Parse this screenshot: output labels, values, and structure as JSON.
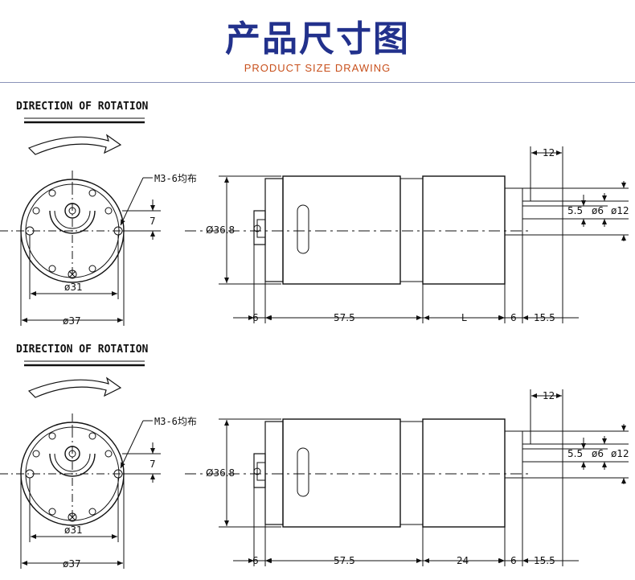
{
  "header": {
    "title": "产品尺寸图",
    "subtitle": "PRODUCT SIZE DRAWING"
  },
  "drawings": [
    {
      "rotation_heading": "DIRECTION OF ROTATION",
      "mount_note": "M3-6均布",
      "offset_dim": "7",
      "bolt_circle_dim": "ø31",
      "flange_dim": "ø37",
      "body_diameter": "Ø36.8",
      "shaft_length": "12",
      "shaft_flat": "5.5",
      "shaft_diameter": "ø6",
      "boss_diameter": "ø12",
      "dim_terminal": "6",
      "dim_motor": "57.5",
      "dim_gearbox": "L",
      "dim_boss": "6",
      "dim_shaft_out": "15.5"
    },
    {
      "rotation_heading": "DIRECTION OF ROTATION",
      "mount_note": "M3-6均布",
      "offset_dim": "7",
      "bolt_circle_dim": "ø31",
      "flange_dim": "ø37",
      "body_diameter": "Ø36.8",
      "shaft_length": "12",
      "shaft_flat": "5.5",
      "shaft_diameter": "ø6",
      "boss_diameter": "ø12",
      "dim_terminal": "6",
      "dim_motor": "57.5",
      "dim_gearbox": "24",
      "dim_boss": "6",
      "dim_shaft_out": "15.5"
    }
  ]
}
